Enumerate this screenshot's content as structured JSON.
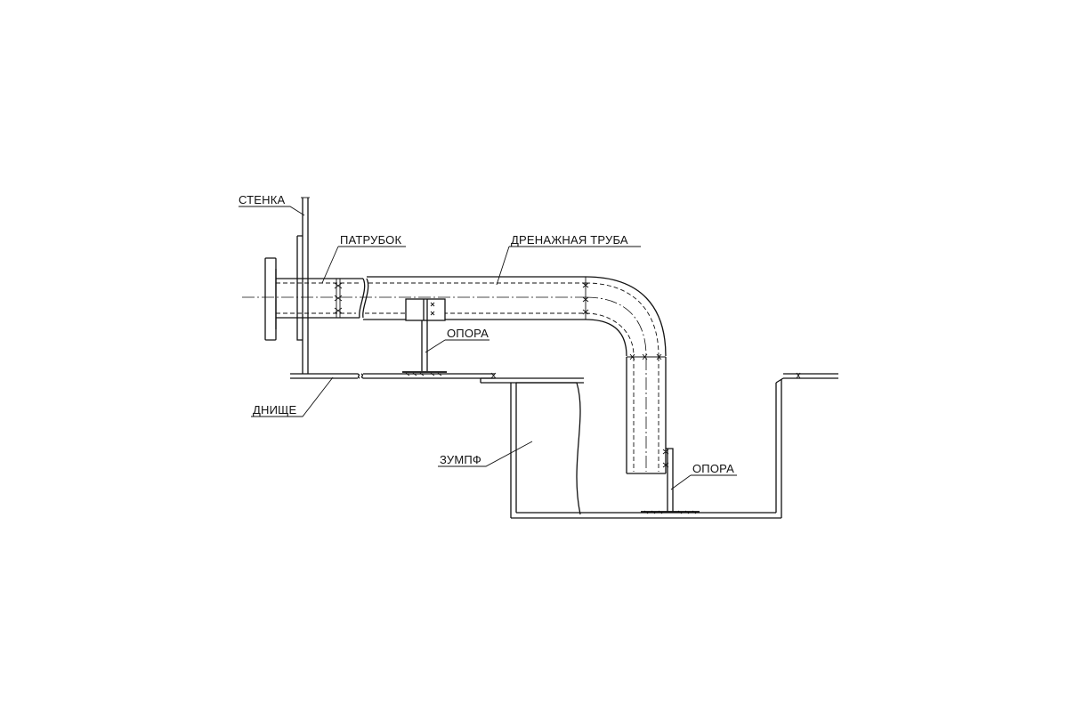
{
  "labels": {
    "wall": "СТЕНКА",
    "nozzle": "ПАТРУБОК",
    "drain_pipe": "ДРЕНАЖНАЯ ТРУБА",
    "support_upper": "ОПОРА",
    "bottom": "ДНИЩЕ",
    "sump": "ЗУМПФ",
    "support_lower": "ОПОРА"
  },
  "colors": {
    "line": "#111111",
    "background": "#ffffff"
  }
}
